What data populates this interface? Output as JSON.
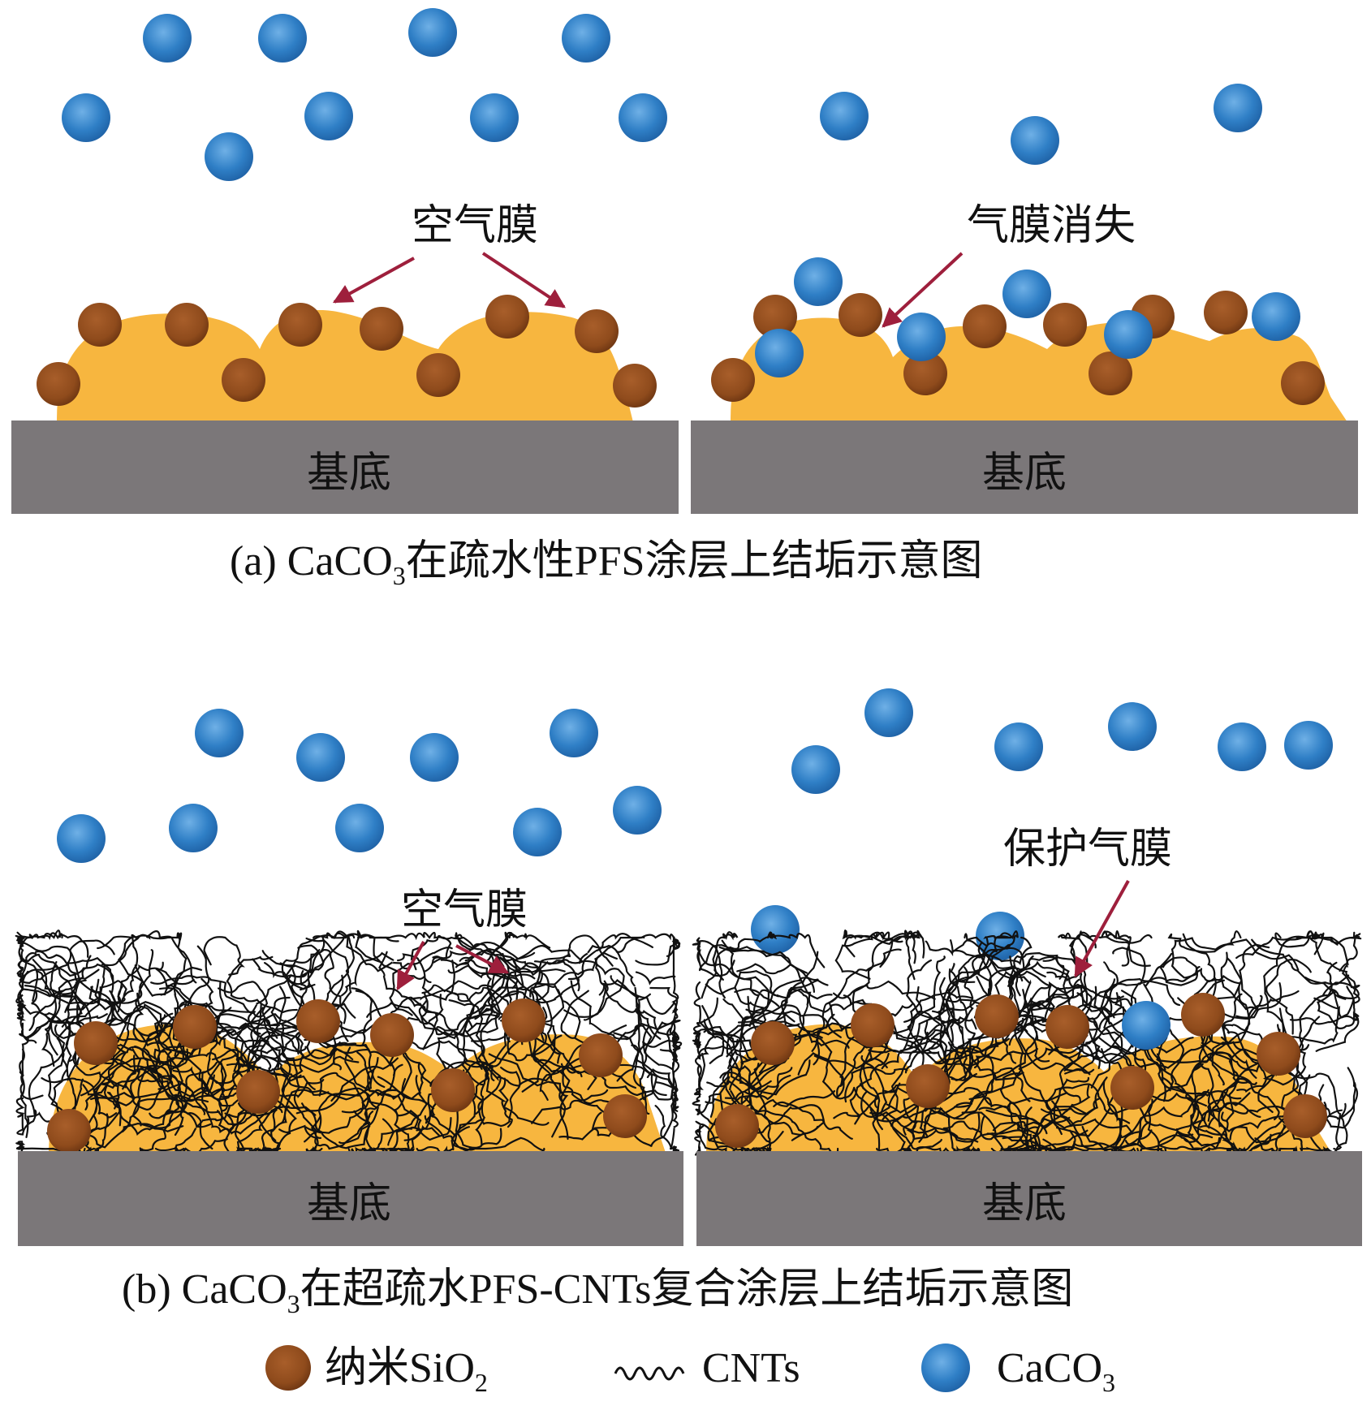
{
  "colors": {
    "substrate": "#7b7779",
    "coating": "#f7b63f",
    "sio2": "#8f4b1c",
    "caco3": "#2f7fc6",
    "arrow": "#9e1f3c",
    "cnt": "#111111"
  },
  "panel_a": {
    "left": {
      "annotation": "空气膜",
      "substrate_label": "基底"
    },
    "right": {
      "annotation": "气膜消失",
      "substrate_label": "基底"
    },
    "caption": {
      "prefix": "(a) CaCO",
      "sub": "3",
      "suffix": "在疏水性PFS涂层上结垢示意图"
    }
  },
  "panel_b": {
    "left": {
      "annotation": "空气膜",
      "substrate_label": "基底"
    },
    "right": {
      "annotation": "保护气膜",
      "substrate_label": "基底"
    },
    "caption": {
      "prefix": "(b) CaCO",
      "sub": "3",
      "suffix": "在超疏水PFS-CNTs复合涂层上结垢示意图"
    }
  },
  "legend": {
    "sio2": {
      "text": "纳米SiO",
      "sub": "2",
      "icon": "brown-sphere"
    },
    "cnt": {
      "text": "CNTs",
      "icon": "wavy-line"
    },
    "caco3": {
      "text": "CaCO",
      "sub": "3",
      "icon": "blue-sphere"
    }
  }
}
